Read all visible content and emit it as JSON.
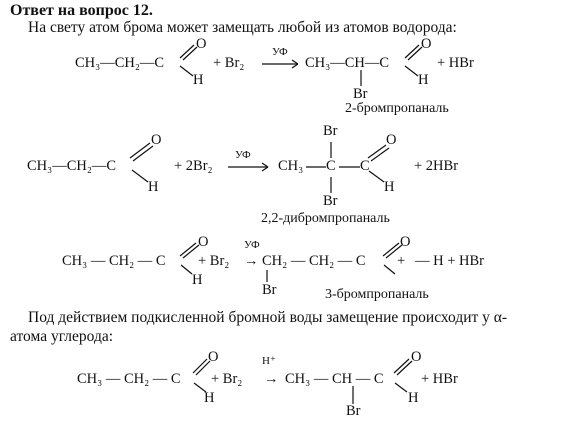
{
  "heading": "Ответ на вопрос 12.",
  "intro": "На свету атом брома может замещать любой из атомов водорода:",
  "r1": {
    "reactant": "CH₃—CH₂—C",
    "o": "O",
    "h": "H",
    "plus_br2": "+ Br₂",
    "condition": "УФ",
    "product": "CH₃—CH—C",
    "p_o": "O",
    "p_h": "H",
    "p_br": "Br",
    "plus_hbr": "+ HBr",
    "name": "2-бромпропаналь"
  },
  "r2": {
    "reactant": "CH₃—CH₂—C",
    "o": "O",
    "h": "H",
    "plus_2br2": "+ 2Br₂",
    "condition": "УФ",
    "product_ch3": "CH₃",
    "product_c": "C",
    "br_top": "Br",
    "br_bottom": "Br",
    "p_c": "C",
    "p_o": "O",
    "p_h": "H",
    "plus_2hbr": "+ 2HBr",
    "name": "2,2-дибромпропаналь"
  },
  "r3": {
    "reactant": "CH₃ — CH₂ — C",
    "o": "O",
    "h": "H",
    "plus_br2": "+ Br₂",
    "condition": "УФ",
    "arrow": "→",
    "product": "CH₂ — CH₂ — C",
    "p_o": "O",
    "p_plus": "+",
    "p_br": "Br",
    "tail": "— H + HBr",
    "name": "3-бромпропаналь"
  },
  "para": "Под действием подкисленной бромной воды замещение происходит у α-",
  "para2": "атома углерода:",
  "r4": {
    "reactant": "CH₃ — CH₂ — C",
    "o": "O",
    "h": "H",
    "plus_br2": "+ Br₂",
    "condition": "H⁺",
    "arrow": "→",
    "product": "CH₃ — CH — C",
    "p_o": "O",
    "p_h": "H",
    "p_br": "Br",
    "plus_hbr": "+ HBr"
  }
}
